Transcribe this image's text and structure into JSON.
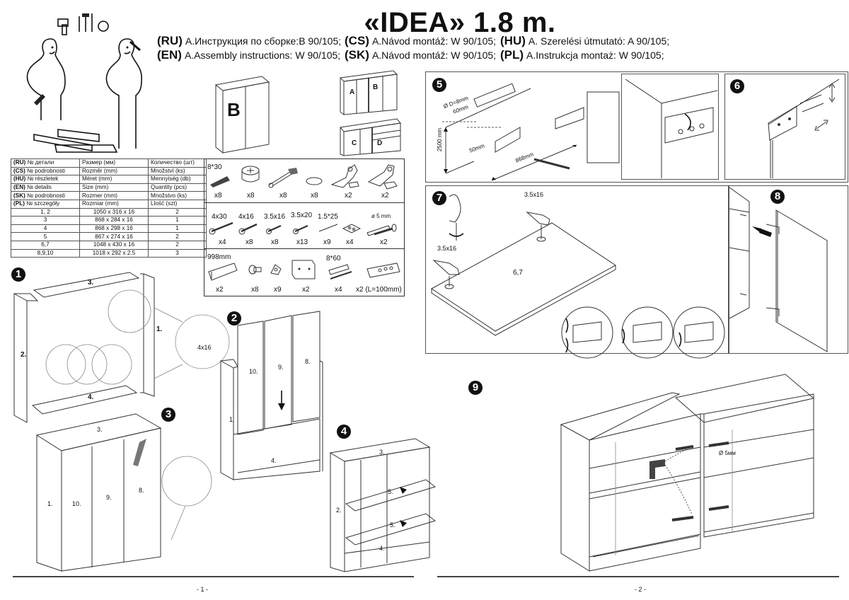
{
  "header": {
    "title": "«IDEA» 1.8 m.",
    "instructions": [
      {
        "code": "(RU)",
        "text": "А.Инструкция по сборке:В 90/105;"
      },
      {
        "code": "(CS)",
        "text": "A.Návod montáž: W 90/105;"
      },
      {
        "code": "(HU)",
        "text": "A. Szerelési útmutató: A 90/105;"
      },
      {
        "code": "(EN)",
        "text": "A.Assembly instructions: W 90/105;"
      },
      {
        "code": "(SK)",
        "text": "A.Návod montáž: W 90/105;"
      },
      {
        "code": "(PL)",
        "text": "A.Instrukcja montaż: W 90/105;"
      }
    ]
  },
  "modules": {
    "main_label": "B",
    "upper": [
      "A",
      "B"
    ],
    "lower": [
      "C",
      "D"
    ]
  },
  "parts_table": {
    "header_rows": [
      {
        "code": "(RU)",
        "part": "№ детали",
        "size": "Размер  (мм)",
        "qty": "Количество (шт)"
      },
      {
        "code": "(CS)",
        "part": "№ podrobnosti",
        "size": "Rozměr (mm)",
        "qty": "Množství (ks)"
      },
      {
        "code": "(HU)",
        "part": "№ részletek",
        "size": "Méret (mm)",
        "qty": "Mennyiség (db)"
      },
      {
        "code": "(EN)",
        "part": "№ details",
        "size": "Size (mm)",
        "qty": "Quantity  (pcs)"
      },
      {
        "code": "(SK)",
        "part": "№ podrobnosti",
        "size": "Rozmer (mm)",
        "qty": "Množstvo (ks)"
      },
      {
        "code": "(PL)",
        "part": "№ szczegóły",
        "size": "Rozmiar (mm)",
        "qty": "Llość (szt)"
      }
    ],
    "rows": [
      {
        "part": "1, 2",
        "size": "1050 x 316 x 16",
        "qty": "2"
      },
      {
        "part": "3",
        "size": "868 x 284 x 16",
        "qty": "1"
      },
      {
        "part": "4",
        "size": "868 x 298 x 16",
        "qty": "1"
      },
      {
        "part": "5",
        "size": "867 x 274 x 16",
        "qty": "2"
      },
      {
        "part": "6,7",
        "size": "1048 x 430 x 16",
        "qty": "2"
      },
      {
        "part": "8,9,10",
        "size": "1018 x 292 x 2.5",
        "qty": "3"
      }
    ]
  },
  "hardware": {
    "row1": [
      {
        "icon": "dowel",
        "label": "8*30",
        "qty": "x8"
      },
      {
        "icon": "cam-lock",
        "label": "",
        "qty": "x8"
      },
      {
        "icon": "cam-bolt",
        "label": "",
        "qty": "x8"
      },
      {
        "icon": "cap",
        "label": "",
        "qty": "x8"
      },
      {
        "icon": "hinge",
        "label": "",
        "qty": "x2"
      },
      {
        "icon": "hinge",
        "label": "",
        "qty": "x2"
      }
    ],
    "row2": [
      {
        "icon": "screw",
        "label": "4x30",
        "qty": "x4"
      },
      {
        "icon": "screw",
        "label": "4x16",
        "qty": "x8"
      },
      {
        "icon": "screw",
        "label": "3.5x16",
        "qty": "x8"
      },
      {
        "icon": "screw",
        "label": "3.5x20",
        "qty": "x13"
      },
      {
        "icon": "nail",
        "label": "1.5*25",
        "qty": "x9"
      },
      {
        "icon": "pad",
        "label": "",
        "qty": "x4"
      },
      {
        "icon": "connector-bolt",
        "label": "ø 5 mm",
        "qty": "x2"
      }
    ],
    "row3": [
      {
        "icon": "rail",
        "label": "998mm",
        "qty": "x2"
      },
      {
        "icon": "shelf-pin",
        "label": "",
        "qty": "x8"
      },
      {
        "icon": "corner",
        "label": "",
        "qty": "x9"
      },
      {
        "icon": "hanger",
        "label": "",
        "qty": "x2"
      },
      {
        "icon": "anchor",
        "label": "8*60",
        "qty": "x4"
      },
      {
        "icon": "wall-rail",
        "label": "",
        "qty": "x2 (L=100mm)"
      }
    ]
  },
  "steps": {
    "s1": {
      "num": "1",
      "labels": [
        "3.",
        "2.",
        "1.",
        "4."
      ],
      "screw": "4x16"
    },
    "s2": {
      "num": "2",
      "labels": [
        "10.",
        "9.",
        "8.",
        "1.",
        "4."
      ]
    },
    "s3": {
      "num": "3",
      "labels": [
        "3.",
        "1.",
        "10.",
        "9.",
        "8."
      ]
    },
    "s4": {
      "num": "4",
      "labels": [
        "3.",
        "2.",
        "5.",
        "5.",
        "4."
      ]
    },
    "s5": {
      "num": "5",
      "drill": "Ø D=8mm",
      "d60": "60mm",
      "d50": "50mm",
      "height": "2500 mm",
      "width": "868mm"
    },
    "s6": {
      "num": "6"
    },
    "s7": {
      "num": "7",
      "screw1": "3.5x16",
      "screw2": "3.5x16",
      "part": "6,7"
    },
    "s8": {
      "num": "8"
    },
    "s9": {
      "num": "9",
      "drill": "Ø 5мм"
    }
  },
  "footer": {
    "page1": "- 1 -",
    "page2": "- 2 -"
  }
}
